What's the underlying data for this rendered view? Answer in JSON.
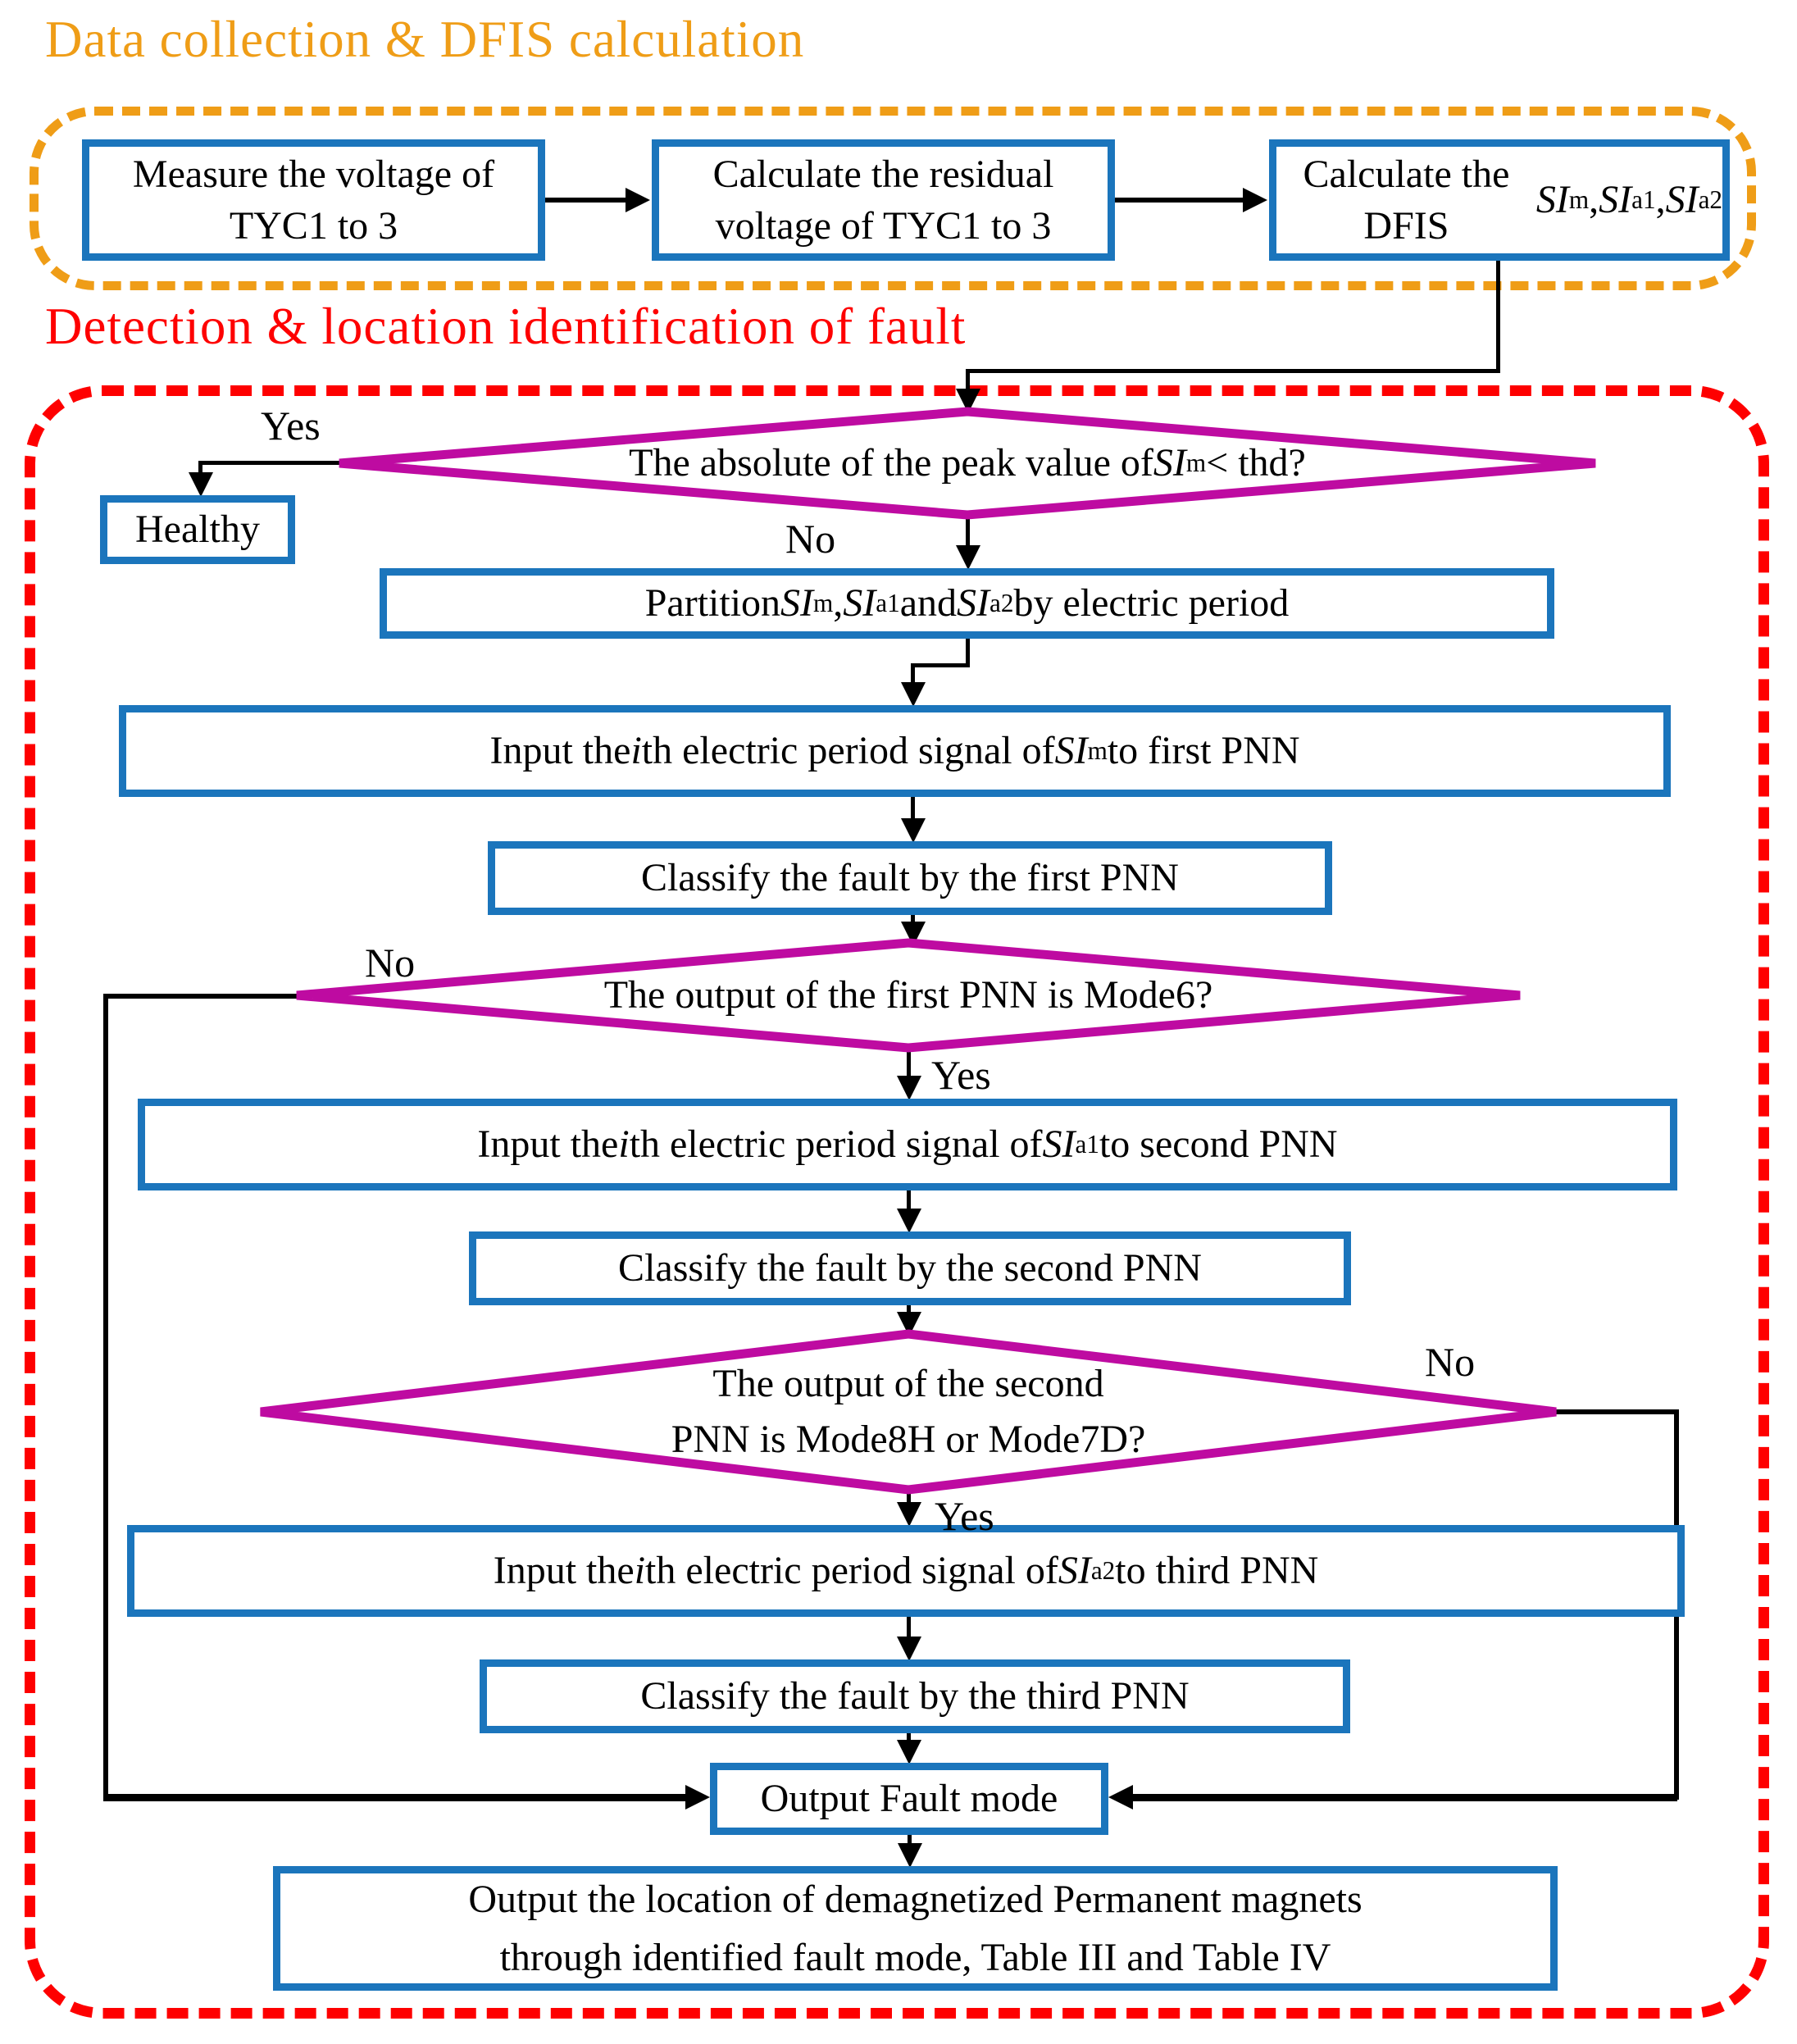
{
  "colors": {
    "blue": "#1B75BC",
    "magenta": "#BE0BA1",
    "orange": "#EF9D17",
    "red": "#FE0000",
    "ink": "#000000"
  },
  "titles": {
    "data_collection": "Data collection & DFIS calculation",
    "detection": "Detection & location identification of fault"
  },
  "labels": {
    "yes1": "Yes",
    "no1": "No",
    "no2": "No",
    "yes2": "Yes",
    "no3": "No",
    "yes3": "Yes"
  },
  "nodes": {
    "measure": [
      {
        "t": "Measure the voltage of"
      },
      {
        "br": true
      },
      {
        "t": "TYC1 to 3"
      }
    ],
    "residual": [
      {
        "t": "Calculate the residual"
      },
      {
        "br": true
      },
      {
        "t": "voltage of TYC1 to 3"
      }
    ],
    "dfis": [
      {
        "t": "Calculate the DFIS"
      },
      {
        "br": true
      },
      {
        "i": "SI"
      },
      {
        "s": "m"
      },
      {
        "t": ", "
      },
      {
        "i": "SI"
      },
      {
        "s": "a1"
      },
      {
        "t": ", "
      },
      {
        "i": "SI"
      },
      {
        "s": "a2"
      }
    ],
    "decision1": [
      {
        "t": "The absolute of the peak value of "
      },
      {
        "i": "SI"
      },
      {
        "s": "m"
      },
      {
        "t": " < thd?"
      }
    ],
    "healthy": [
      {
        "t": "Healthy"
      }
    ],
    "partition": [
      {
        "t": "Partition "
      },
      {
        "i": "SI"
      },
      {
        "s": "m"
      },
      {
        "t": ", "
      },
      {
        "i": "SI"
      },
      {
        "s": "a1"
      },
      {
        "t": " and "
      },
      {
        "i": "SI"
      },
      {
        "s": "a2"
      },
      {
        "t": " by electric period"
      }
    ],
    "input1": [
      {
        "t": "Input the "
      },
      {
        "i": "i"
      },
      {
        "t": "th electric period signal of "
      },
      {
        "i": "SI"
      },
      {
        "s": "m"
      },
      {
        "t": " to first PNN"
      }
    ],
    "classify1": [
      {
        "t": "Classify the fault by the first PNN"
      }
    ],
    "decision2": [
      {
        "t": "The output of the first PNN is Mode6?"
      }
    ],
    "input2": [
      {
        "t": "Input the "
      },
      {
        "i": "i"
      },
      {
        "t": "th electric period signal of "
      },
      {
        "i": "SI"
      },
      {
        "s": "a1"
      },
      {
        "t": " to second PNN"
      }
    ],
    "classify2": [
      {
        "t": "Classify the fault by the second PNN"
      }
    ],
    "decision3": [
      {
        "t": "The output of the second"
      },
      {
        "br": true
      },
      {
        "t": "PNN is Mode8H or Mode7D?"
      }
    ],
    "input3": [
      {
        "t": "Input the "
      },
      {
        "i": "i"
      },
      {
        "t": "th electric period signal of "
      },
      {
        "i": "SI"
      },
      {
        "s": "a2"
      },
      {
        "t": " to third PNN"
      }
    ],
    "classify3": [
      {
        "t": "Classify the fault by the third PNN"
      }
    ],
    "output_fault": [
      {
        "t": "Output Fault mode"
      }
    ],
    "final": [
      {
        "t": "Output the location of demagnetized Permanent magnets"
      },
      {
        "br": true
      },
      {
        "t": "through identified fault mode, Table III and Table IV"
      }
    ]
  }
}
